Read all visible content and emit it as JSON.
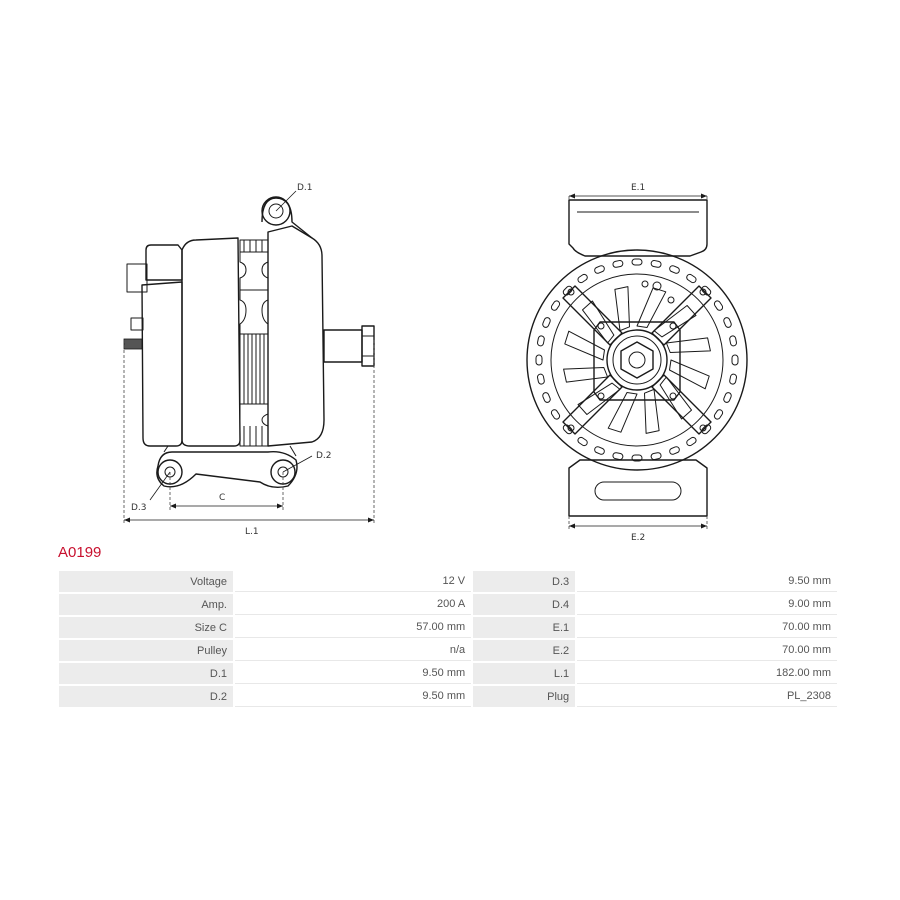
{
  "part_number": "A0199",
  "labels": {
    "d1": "D.1",
    "d2": "D.2",
    "d3": "D.3",
    "c": "C",
    "l1": "L.1",
    "e1": "E.1",
    "e2": "E.2"
  },
  "specs": {
    "left": [
      {
        "label": "Voltage",
        "value": "12 V"
      },
      {
        "label": "Amp.",
        "value": "200 A"
      },
      {
        "label": "Size C",
        "value": "57.00 mm"
      },
      {
        "label": "Pulley",
        "value": "n/a"
      },
      {
        "label": "D.1",
        "value": "9.50 mm"
      },
      {
        "label": "D.2",
        "value": "9.50 mm"
      }
    ],
    "right": [
      {
        "label": "D.3",
        "value": "9.50 mm"
      },
      {
        "label": "D.4",
        "value": "9.00 mm"
      },
      {
        "label": "E.1",
        "value": "70.00 mm"
      },
      {
        "label": "E.2",
        "value": "70.00 mm"
      },
      {
        "label": "L.1",
        "value": "182.00 mm"
      },
      {
        "label": "Plug",
        "value": "PL_2308"
      }
    ]
  }
}
